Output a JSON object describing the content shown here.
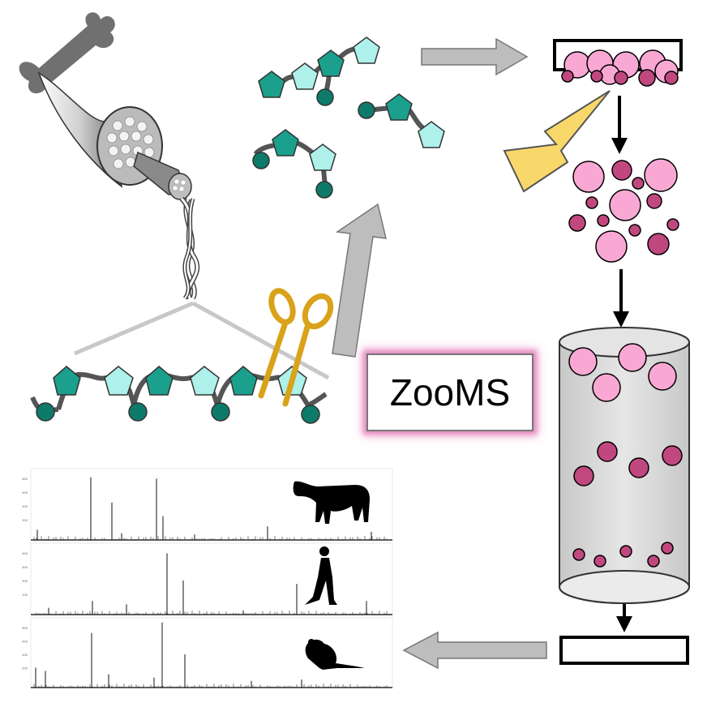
{
  "diagram": {
    "label": "ZooMS",
    "colors": {
      "bone": "#6f6f6f",
      "hexagon": "#1aa08c",
      "pentagon": "#aef0ea",
      "bead": "#0e7a6a",
      "linker": "#555555",
      "scissors": "#d9a21a",
      "lightning": "#f9d86b",
      "arrow_fill": "#bdbdbd",
      "peptide_light": "#f9a8d4",
      "peptide_dark": "#c1487f",
      "column_fill": "#d9d9d9",
      "label_glow": "#e58cc0"
    },
    "icons": [
      "bone-icon",
      "collagen-fibre-icon",
      "scissors-icon",
      "lightning-icon",
      "cow-silhouette-icon",
      "human-silhouette-icon",
      "rat-silhouette-icon"
    ],
    "spectra": [
      {
        "species": "cow-silhouette-icon",
        "y_ticks": [
          "800",
          "600",
          "400",
          "200"
        ]
      },
      {
        "species": "human-silhouette-icon",
        "y_ticks": [
          "800",
          "600",
          "400",
          "200"
        ]
      },
      {
        "species": "rat-silhouette-icon",
        "y_ticks": [
          "800",
          "600",
          "400",
          "200"
        ]
      }
    ]
  }
}
